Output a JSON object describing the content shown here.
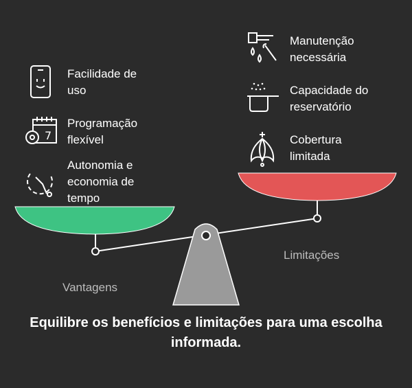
{
  "advantages": {
    "label": "Vantagens",
    "color": "#3ec383",
    "items": [
      {
        "text": "Facilidade de uso",
        "icon": "smartphone-icon"
      },
      {
        "text": "Programação flexível",
        "icon": "calendar-gear-icon"
      },
      {
        "text": "Autonomia e economia de tempo",
        "icon": "clock-icon"
      }
    ]
  },
  "limitations": {
    "label": "Limitações",
    "color": "#e35656",
    "items": [
      {
        "text": "Manutenção necessária",
        "icon": "faucet-wrench-icon"
      },
      {
        "text": "Capacidade do reservatório",
        "icon": "pot-icon"
      },
      {
        "text": "Cobertura limitada",
        "icon": "sprinkler-icon"
      }
    ]
  },
  "footer": {
    "text": "Equilibre os benefícios e limitações para uma escolha informada."
  },
  "colors": {
    "background": "#2b2b2b",
    "fulcrum": "#9a9a9a",
    "beam": "#ffffff"
  }
}
